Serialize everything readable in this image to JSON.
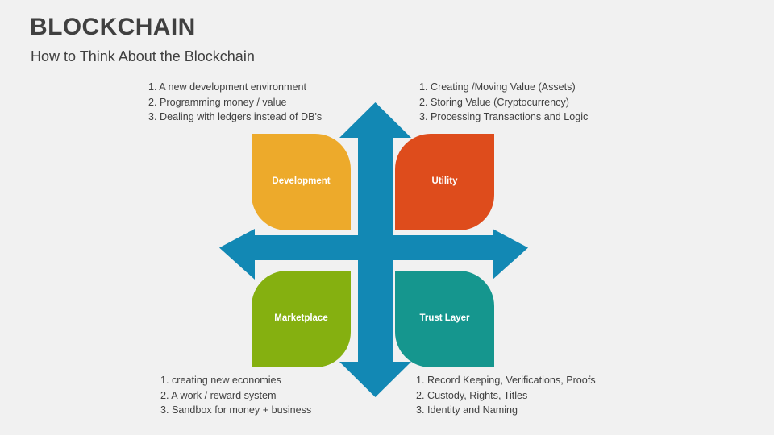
{
  "header": {
    "title": "BLOCKCHAIN",
    "subtitle": "How to Think About the Blockchain"
  },
  "colors": {
    "background": "#F1F1F1",
    "text": "#404040",
    "arrow_blue": "#1288B4",
    "development": "#EDAA2B",
    "utility": "#DE4C1C",
    "marketplace": "#85B010",
    "trust_layer": "#15968E"
  },
  "quadrants": {
    "development": {
      "label": "Development"
    },
    "utility": {
      "label": "Utility"
    },
    "marketplace": {
      "label": "Marketplace"
    },
    "trust_layer": {
      "label": "Trust Layer"
    }
  },
  "notes": {
    "top_left": [
      "1. A new development environment",
      "2. Programming money / value",
      "3. Dealing with ledgers instead of DB's"
    ],
    "top_right": [
      "1. Creating /Moving Value (Assets)",
      "2. Storing Value (Cryptocurrency)",
      "3. Processing Transactions and Logic"
    ],
    "bottom_left": [
      "1. creating new economies",
      "2. A work / reward system",
      "3. Sandbox for money + business"
    ],
    "bottom_right": [
      "1. Record Keeping, Verifications, Proofs",
      "2. Custody, Rights, Titles",
      "3. Identity and Naming"
    ]
  },
  "arrows": {
    "up": "arrow-up-icon",
    "down": "arrow-down-icon",
    "left": "arrow-left-icon",
    "right": "arrow-right-icon"
  }
}
